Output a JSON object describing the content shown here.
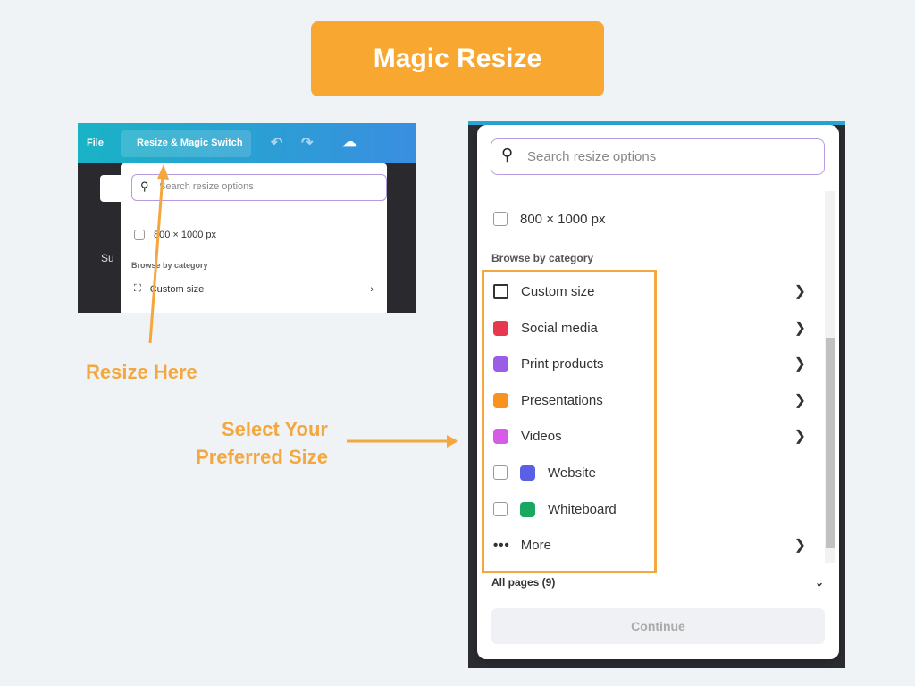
{
  "banner": {
    "title": "Magic Resize"
  },
  "annotations": {
    "resize_here": "Resize Here",
    "select_line1": "Select Your",
    "select_line2": "Preferred Size"
  },
  "left_shot": {
    "file": "File",
    "resize_button": "Resize & Magic Switch",
    "search_placeholder": "Search resize options",
    "size_option": "800 × 1000 px",
    "browse_heading": "Browse by category",
    "custom_size": "Custom size",
    "partial_text": "Su"
  },
  "right_shot": {
    "search_placeholder": "Search resize options",
    "size_option": "800 × 1000 px",
    "browse_heading": "Browse by category",
    "categories": [
      {
        "label": "Custom size"
      },
      {
        "label": "Social media"
      },
      {
        "label": "Print products"
      },
      {
        "label": "Presentations"
      },
      {
        "label": "Videos"
      },
      {
        "label": "Website"
      },
      {
        "label": "Whiteboard"
      },
      {
        "label": "More"
      }
    ],
    "pages_selector": "All pages (9)",
    "continue": "Continue"
  },
  "colors": {
    "accent": "#f4a73e",
    "banner": "#f8a731",
    "social": "#e8384f",
    "print": "#9b5de5",
    "presentations": "#f7931e",
    "videos": "#d65ce8",
    "website": "#5b5fe6",
    "whiteboard": "#1aa760"
  }
}
